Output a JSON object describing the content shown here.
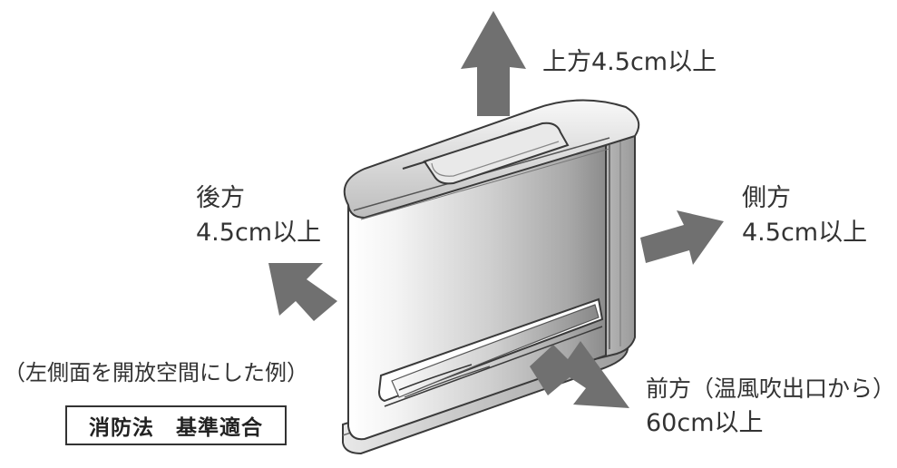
{
  "clearances": {
    "top": "上方4.5cm以上",
    "back_title": "後方",
    "back_value": "4.5cm以上",
    "side_title": "側方",
    "side_value": "4.5cm以上",
    "front_title": "前方（温風吹出口から）",
    "front_value": "60cm以上"
  },
  "note": "（左側面を開放空間にした例）",
  "badge": {
    "part1": "消防法",
    "part2": "基準適合"
  },
  "colors": {
    "arrow": "#707070",
    "body_light": "#f2f2f2",
    "body_mid": "#c8c8c8",
    "body_dark": "#8a8a8a",
    "outline": "#3a3a3a"
  }
}
